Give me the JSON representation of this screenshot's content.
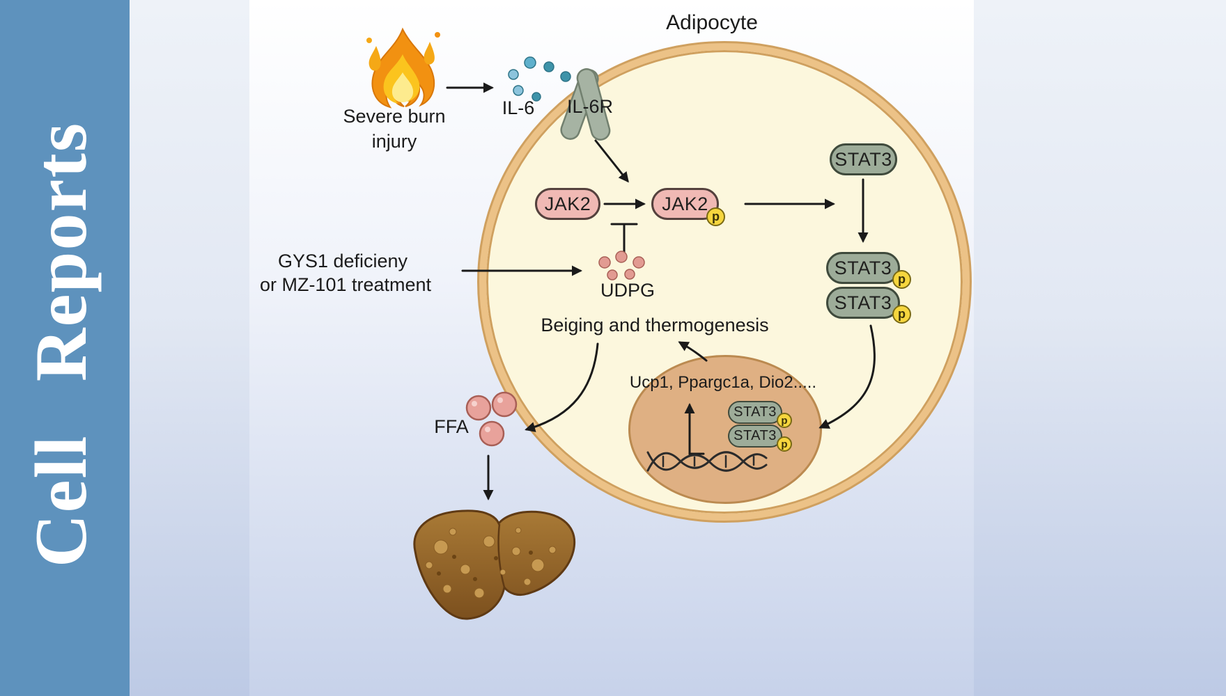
{
  "journal": {
    "name": "Cell Reports"
  },
  "labels": {
    "title": "Adipocyte",
    "severe_burn_1": "Severe burn",
    "severe_burn_2": "injury",
    "il6": "IL-6",
    "il6r": "IL-6R",
    "jak2": "JAK2",
    "stat3": "STAT3",
    "p": "p",
    "gys1_1": "GYS1 deficieny",
    "gys1_2": "or MZ-101 treatment",
    "udpg": "UDPG",
    "beiging": "Beiging and thermogenesis",
    "genes": "Ucp1, Ppargc1a, Dio2.....",
    "ffa": "FFA"
  },
  "colors": {
    "sidebar_blue": "#5e92bd",
    "cell_fill": "#fcf7dd",
    "cell_membrane": "#ecc287",
    "nucleus_fill": "#dfb083",
    "jak2_pink": "#f0b9b4",
    "stat3_green": "#9dac99",
    "phospho_yellow": "#f6d63e",
    "il6_blue": "#5fb0cc",
    "udpg_pink": "#e29b92",
    "ffa_pink": "#e8a29b",
    "liver_brown": "#96682e",
    "flame_orange": "#f29111"
  }
}
